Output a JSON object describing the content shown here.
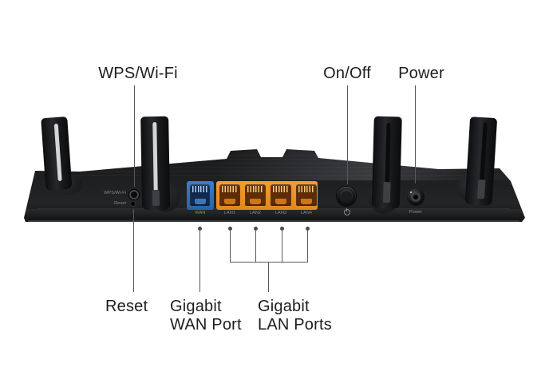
{
  "diagram": {
    "type": "router-rear-panel-callout-diagram",
    "callouts": {
      "wps_wifi": "WPS/Wi-Fi",
      "on_off": "On/Off",
      "power": "Power",
      "reset": "Reset",
      "wan": {
        "line1": "Gigabit",
        "line2": "WAN Port"
      },
      "lan": {
        "line1": "Gigabit",
        "line2": "LAN Ports"
      }
    },
    "panel": {
      "wps_label": "WPS/Wi-Fi",
      "reset_label": "Reset",
      "wan_label": "WAN",
      "lan_labels": [
        "LAN1",
        "LAN2",
        "LAN3",
        "LAN4"
      ],
      "power_label": "Power"
    },
    "colors": {
      "background": "#ffffff",
      "body_black": "#1c1d1f",
      "wan_blue": "#3277c2",
      "lan_orange": "#ef9329",
      "callout_line": "#58595b",
      "label_text": "#1d1d1d",
      "panel_text": "#898b8e"
    }
  }
}
